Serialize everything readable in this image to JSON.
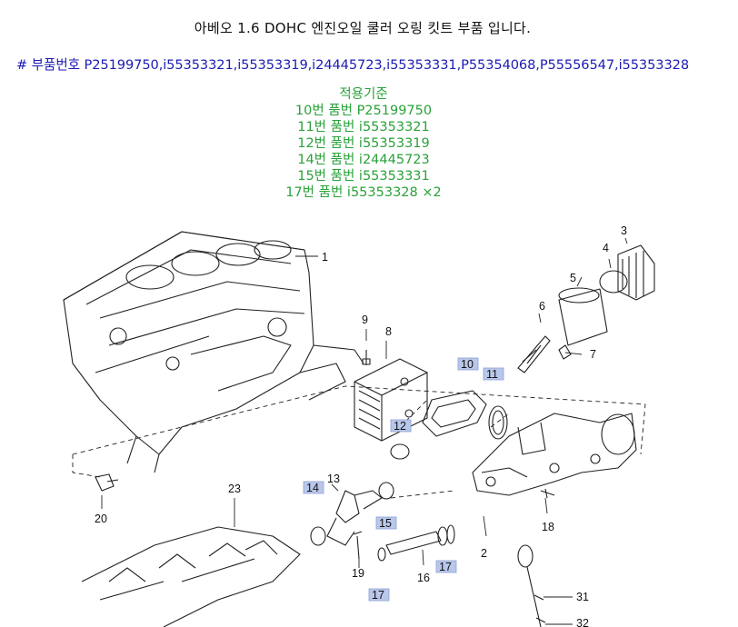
{
  "title": "아베오 1.6 DOHC 엔진오일 쿨러 오링 킷트 부품 입니다.",
  "part_numbers_line": "# 부품번호 P25199750,i55353321,i55353319,i24445723,i55353331,P55354068,P55556547,i55353328",
  "applicability": {
    "heading": "적용기준",
    "lines": [
      "10번 품번 P25199750",
      "11번 품번 i55353321",
      "12번 품번 i55353319",
      "14번 품번 i24445723",
      "15번 품번 i55353331",
      "17번 품번 i55353328 ×2"
    ]
  },
  "diagram": {
    "callouts": {
      "c1": "1",
      "c2": "2",
      "c3": "3",
      "c4": "4",
      "c5": "5",
      "c6": "6",
      "c7": "7",
      "c8": "8",
      "c9": "9",
      "c10": "10",
      "c11": "11",
      "c12": "12",
      "c13": "13",
      "c14": "14",
      "c15": "15",
      "c16": "16",
      "c17a": "17",
      "c17b": "17",
      "c18": "18",
      "c19": "19",
      "c20": "20",
      "c23": "23",
      "c31": "31",
      "c32": "32"
    },
    "highlight_color": "#b9c7ea"
  }
}
